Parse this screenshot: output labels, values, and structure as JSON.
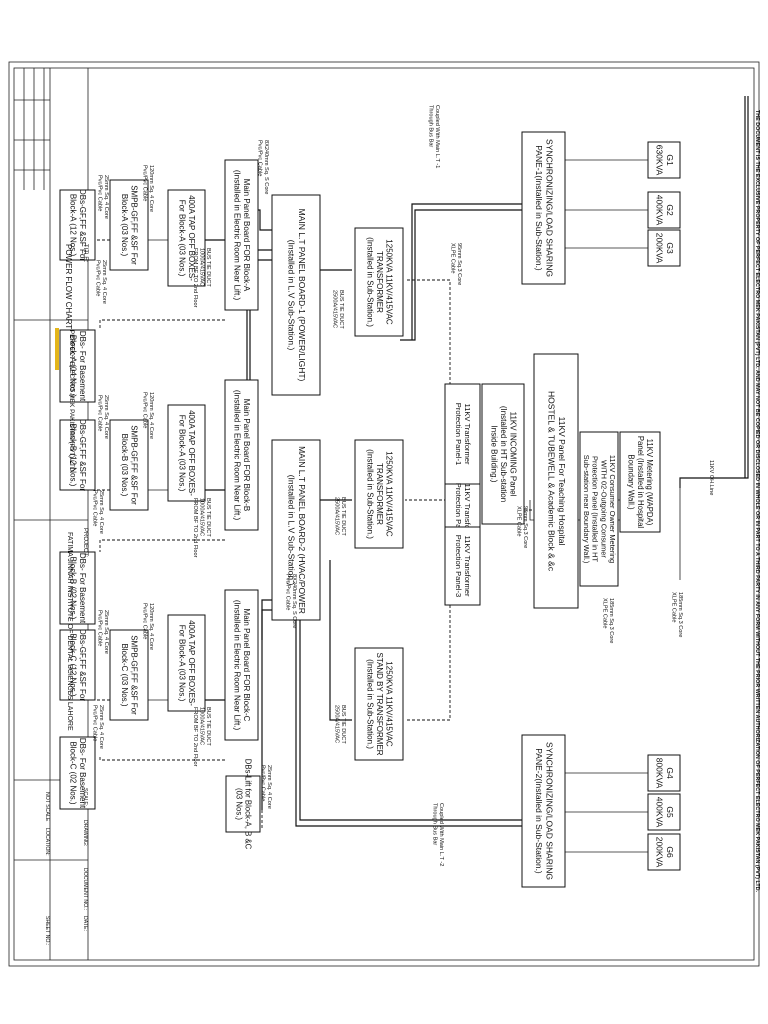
{
  "copyright": "THE DOCUMENT IS THE EXCLUSIVE PROPERTY OF PERFECT ELECTRO MEK PAKISTAN (PVT) LTD. AND MAY NOT BE COPIED OR DISCLOSED IN WHOLE OR IN PART TO A THIRD PARTY IN ANY FORM WITHOUT THE PRIOR WRITTEN AUTHORIZATION OF PERFECT ELECTRO MEK PAKISTAN (PVT) LTD.",
  "title_block": {
    "title_label": "TITLE:",
    "title": "POWER FLOW CHART",
    "company": "PERFECT ELECTRO MEK PAKISTAN (PVT) LTD.",
    "project_label": "PROJECT:",
    "project": "FATIMA JINNAH INSTITUTE OF DENTAL SCIENCES LAHORE",
    "scale_label": "SCALE:",
    "scale": "NOT SCALE",
    "drawing_label": "DRAWING:",
    "location_label": "LOCATION:",
    "date_label": "DATE:",
    "sheet_label": "SHEET NO.:",
    "document_label": "DOCUMENT NO.:"
  },
  "generators": {
    "bank1": [
      {
        "name": "G1",
        "rating": "630KVA"
      },
      {
        "name": "G2",
        "rating": "400KVA"
      },
      {
        "name": "G3",
        "rating": "200KVA"
      }
    ],
    "bank2": [
      {
        "name": "G4",
        "rating": "800KVA"
      },
      {
        "name": "G5",
        "rating": "400KVA"
      },
      {
        "name": "G6",
        "rating": "200KVA"
      }
    ]
  },
  "sync1": [
    "SYNCHRONIZING/LOAD SHARING",
    "PANE-1(Installed in Sub-Station.)"
  ],
  "sync2": [
    "SYNCHRONIZING/LOAD SHARING",
    "PANE-2(Installed in Sub-Station.)"
  ],
  "metering": [
    "11KV Metering (WAPDA)",
    "Panel (Installed in Hospital",
    "Boundary Wall.)"
  ],
  "consumer": [
    "11KV Consumer Owner Metering",
    "WITH 02-Outgoing Consumer",
    "Protection Panel (Installed in HT",
    "Sub-station near Boundary Wall.)"
  ],
  "hostel": [
    "11KV Panel For Teaching Hospital",
    "HOSTEL & TUBEWELL & Academic Block & &c"
  ],
  "incoming": [
    "11KV INCOMING Panel",
    "(Installed in HT Sub-station",
    "Inside Building.)"
  ],
  "tprot1": [
    "11KV Transformer",
    "Protection Panel-1"
  ],
  "tprot2": [
    "11KV Transformer",
    "Protection Panel-2"
  ],
  "tprot3": [
    "11KV Transformer",
    "Protection Panel-3"
  ],
  "tx1": [
    "1250KVA 11KV/415VAC",
    "TRANSFORMER",
    "(Installed in Sub-Station.)"
  ],
  "tx2": [
    "1250KVA 11KV/415VAC",
    "TRANSFORMER",
    "(Installed in Sub-Station.)"
  ],
  "tx3": [
    "1250KVA 11KV/415VAC",
    "STAND BY TRANSFORMER",
    "(Installed in Sub-Station.)"
  ],
  "mlt1": [
    "MAIN L.T PANEL BOARD-1 (POWER/LIGHT)",
    "(Installed in L.V Sub-Station.)"
  ],
  "mlt2": [
    "MAIN L.T PANEL BOARD-2 (HVAC/POWER",
    "(Installed in L.V Sub-Station.)"
  ],
  "blockA": {
    "mpb": [
      "Main Panel Board FOR Block-A",
      "(Installed in Electric Room Near Lift.)"
    ],
    "tap": [
      "400A TAP OFF BOXES-",
      "For Block-A    (03 Nos.)"
    ],
    "smpb": [
      "SMPB-GF,FF &SF For",
      "Block-A    (03 Nos.)"
    ],
    "dbs": [
      "DBs-GF,FF &SF For",
      "Block-A    (12 Nos.)"
    ],
    "base": [
      "DBs- For Basement",
      "Block-A   (04 Nos.)"
    ]
  },
  "blockB": {
    "mpb": [
      "Main Panel Board FOR Block-B",
      "(Installed in Electric Room Near Lift.)"
    ],
    "tap": [
      "400A TAP OFF BOXES-",
      "For Block-A    (03 Nos.)"
    ],
    "smpb": [
      "SMPB-GF,FF &SF For",
      "Block-B    (03 Nos.)"
    ],
    "dbs": [
      "DBs-GF,FF &SF For",
      "Block-B    (12 Nos.)"
    ],
    "base": [
      "DBs- For Basement",
      "Block-B   (02 Nos.)"
    ]
  },
  "blockC": {
    "mpb": [
      "Main Panel Board FOR Block-C",
      "(Installed in Electric Room Near Lift.)"
    ],
    "tap": [
      "400A TAP OFF BOXES-",
      "For Block-A    (03 Nos.)"
    ],
    "smpb": [
      "SMPB-GF,FF &SF For",
      "Block-C    (03 Nos.)"
    ],
    "dbs": [
      "DBs-GF,FF &SF For",
      "Block-C    (12 Nos.)"
    ],
    "base": [
      "DBs- For Basement",
      "Block-C   (02 Nos.)"
    ]
  },
  "lift": [
    "DBs-Lift for Block-A, B &C",
    "(03 Nos.)"
  ],
  "labels": {
    "coupled1": [
      "Coupled With Main L.T -1",
      "Through Bus Bar"
    ],
    "coupled2": [
      "Coupled With Main L.T -2",
      "Through Bus Bar"
    ],
    "xlpe95": [
      "95mm Sq.3 Core",
      "XLPE Cable"
    ],
    "xlpe185": [
      "185mm Sq.3 Core",
      "XLPE Cable"
    ],
    "pvc8x240": [
      "8X240mm Sq. S Core",
      "Pvc/Pvc Cable"
    ],
    "busduct": [
      "BUS TIE DUCT",
      "2500A/415VAC"
    ],
    "bustie": [
      "BUS TIE DUCT",
      "1000A/415VAC",
      "FROM BF TO 2nd Floor"
    ],
    "pvc120": [
      "120mm Sq. 4 Core",
      "Pvc/Pvc Cable"
    ],
    "pvc25": [
      "25mm Sq. 4 Core",
      "Pvc/Pvc Cable"
    ],
    "kv11": "11KV OH.Line"
  }
}
